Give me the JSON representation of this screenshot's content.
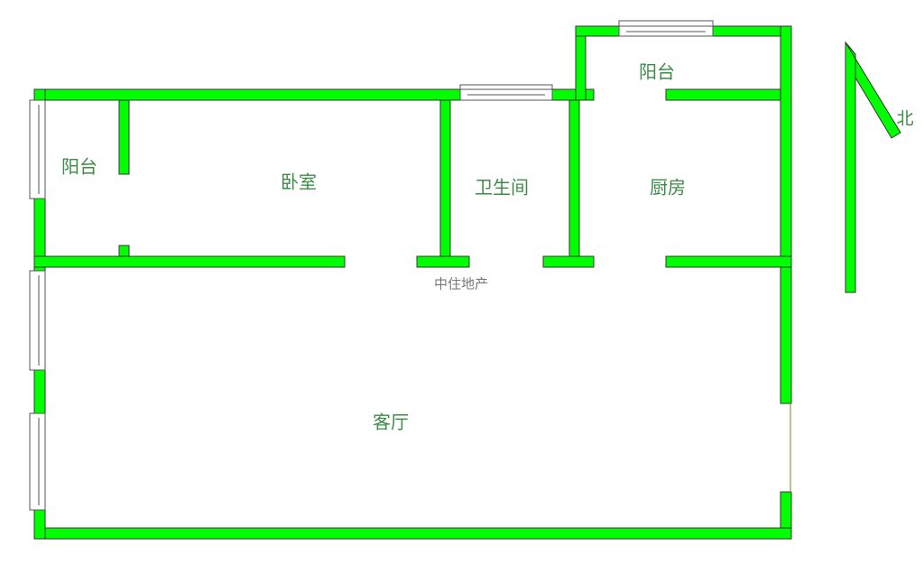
{
  "plan": {
    "rooms": {
      "balcony_west": "阳台",
      "bedroom": "卧室",
      "bathroom": "卫生间",
      "kitchen": "厨房",
      "balcony_north": "阳台",
      "living_room": "客厅"
    },
    "watermark": "中住地产",
    "north_label": "北",
    "wall_color": "#00ff00"
  }
}
